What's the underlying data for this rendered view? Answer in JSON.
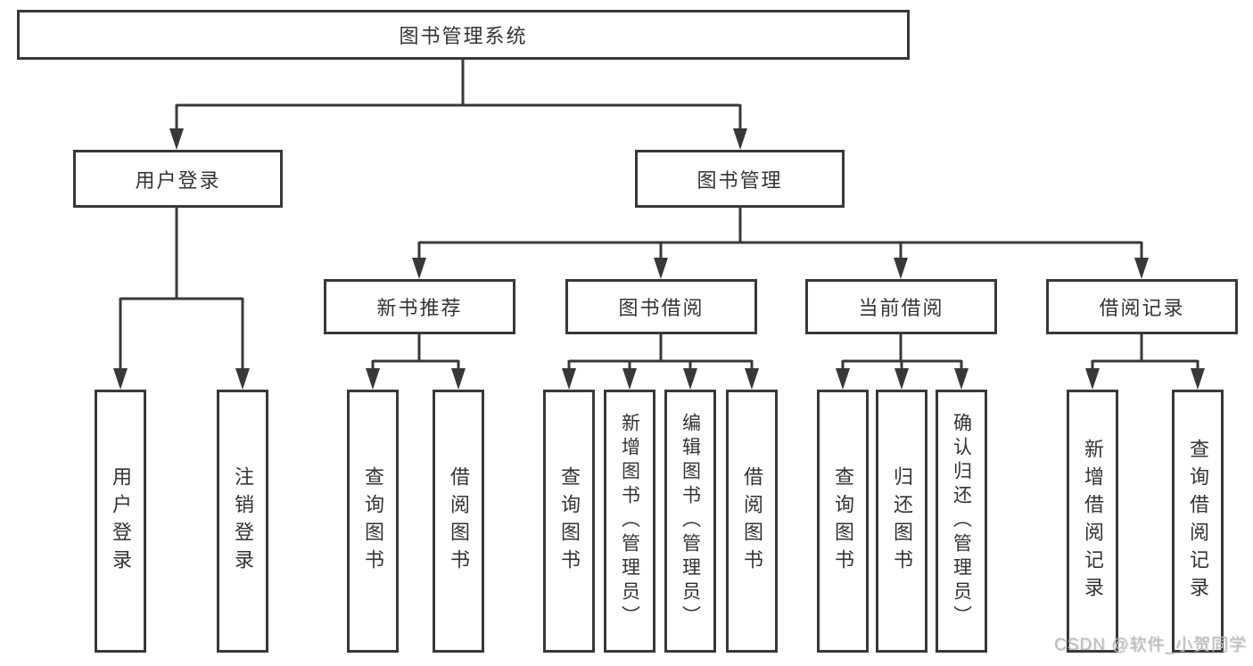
{
  "diagram": {
    "root": "图书管理系统",
    "level2": [
      {
        "label": "用户登录"
      },
      {
        "label": "图书管理"
      }
    ],
    "level3": [
      {
        "label": "新书推荐"
      },
      {
        "label": "图书借阅"
      },
      {
        "label": "当前借阅"
      },
      {
        "label": "借阅记录"
      }
    ],
    "leaves": {
      "user_login": [
        "用户登录",
        "注销登录"
      ],
      "new_books": [
        "查询图书",
        "借阅图书"
      ],
      "book_borrow": [
        "查询图书",
        "新增图书（管理员）",
        "编辑图书（管理员）",
        "借阅图书"
      ],
      "current_borrow": [
        "查询图书",
        "归还图书",
        "确认归还（管理员）"
      ],
      "borrow_records": [
        "新增借阅记录",
        "查询借阅记录"
      ]
    }
  },
  "watermark": "CSDN @软件_小贺同学",
  "colors": {
    "line": "#383838",
    "box_border": "#383838",
    "text": "#333333",
    "background": "#ffffff",
    "watermark": "#bcbcbc"
  }
}
